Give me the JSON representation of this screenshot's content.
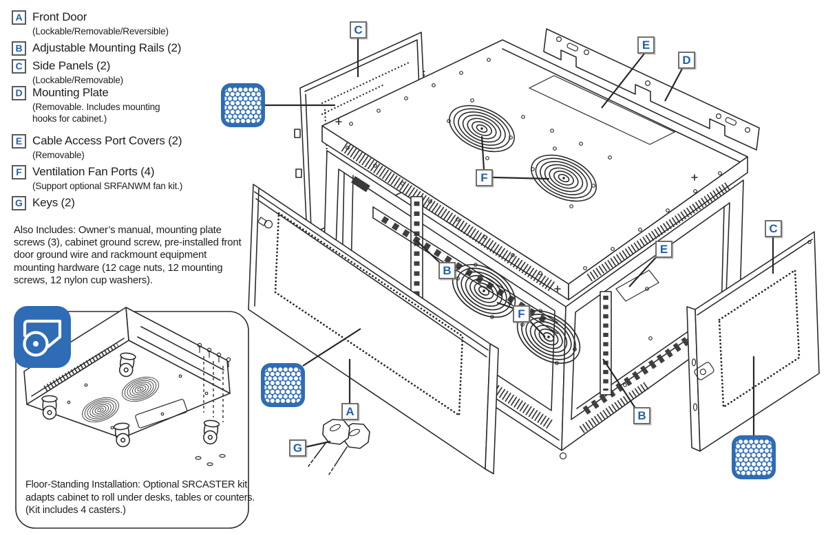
{
  "colors": {
    "accent_blue": "#2e6cb5",
    "letter_blue": "#2360ab",
    "line_dark": "#2b2b2b",
    "box_border_gray": "#6d6e71"
  },
  "legend": {
    "items": [
      {
        "letter": "A",
        "title": "Front Door",
        "subtitle": "(Lockable/Removable/Reversible)"
      },
      {
        "letter": "B",
        "title": "Adjustable Mounting Rails (2)",
        "subtitle": ""
      },
      {
        "letter": "C",
        "title": "Side Panels (2)",
        "subtitle": "(Lockable/Removable)"
      },
      {
        "letter": "D",
        "title": "Mounting Plate",
        "subtitle": "(Removable. Includes mounting hooks for cabinet.)"
      },
      {
        "letter": "E",
        "title": "Cable Access Port Covers (2)",
        "subtitle": "(Removable)"
      },
      {
        "letter": "F",
        "title": "Ventilation Fan Ports (4)",
        "subtitle": "(Support optional SRFANWM fan kit.)"
      },
      {
        "letter": "G",
        "title": "Keys (2)",
        "subtitle": ""
      }
    ],
    "also_includes": "Also Includes: Owner’s manual, mounting plate screws (3), cabinet ground screw, pre-installed front door ground wire and rackmount equipment mounting hardware (12 cage nuts, 12 mounting screws, 12 nylon cup washers)."
  },
  "diagram": {
    "callouts": [
      {
        "letter": "C",
        "part": "side-panel-left"
      },
      {
        "letter": "E",
        "part": "cable-port-cover-top"
      },
      {
        "letter": "D",
        "part": "mounting-plate"
      },
      {
        "letter": "F",
        "part": "fan-ports-top"
      },
      {
        "letter": "B",
        "part": "mounting-rail-front"
      },
      {
        "letter": "E",
        "part": "cable-port-cover-inner"
      },
      {
        "letter": "F",
        "part": "fan-ports-front"
      },
      {
        "letter": "A",
        "part": "front-door"
      },
      {
        "letter": "B",
        "part": "mounting-rail-rear"
      },
      {
        "letter": "C",
        "part": "side-panel-right"
      },
      {
        "letter": "G",
        "part": "keys"
      }
    ],
    "icons": {
      "mesh": "perforated-mesh-detail-icon",
      "caster": "caster-wheel-icon"
    }
  },
  "caster_note": {
    "text": "Floor-Standing Installation: Optional SRCASTER kit adapts cabinet to roll under desks, tables or counters. (Kit includes 4 casters.)"
  }
}
